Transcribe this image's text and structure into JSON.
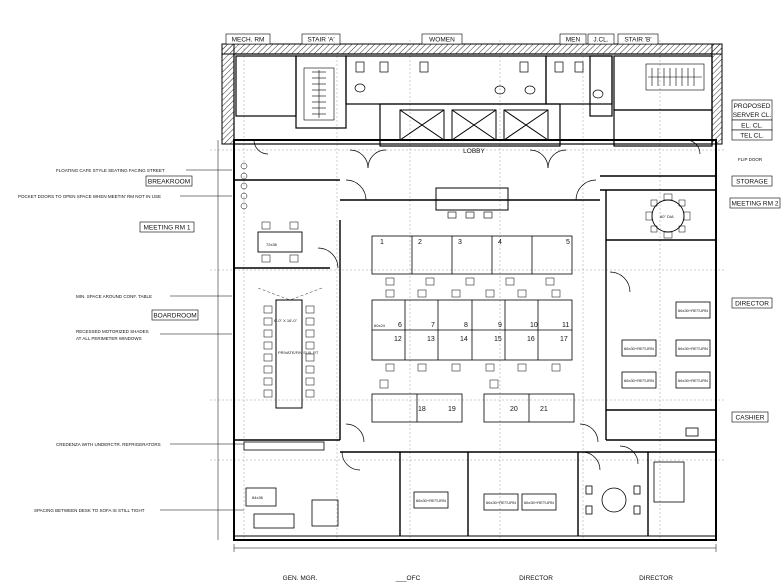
{
  "rooms": {
    "mech_rm": "MECH. RM",
    "stair_a": "STAIR 'A'",
    "women": "WOMEN",
    "men": "MEN",
    "jcl": "J.CL.",
    "stair_b": "STAIR 'B'",
    "proposed_server_cl_1": "PROPOSED",
    "proposed_server_cl_2": "SERVER CL.",
    "el_cl": "EL. CL.",
    "tel_cl": "TEL CL.",
    "lobby": "LOBBY",
    "breakroom": "BREAKROOM",
    "meeting_rm_1": "MEETING RM 1",
    "boardroom": "BOARDROOM",
    "storage": "STORAGE",
    "meeting_rm_2": "MEETING RM 2",
    "director_right": "DIRECTOR",
    "cashier": "CASHIER",
    "gen_mgr": "GEN. MGR.",
    "ofc": "___OFC",
    "director_bottom_1": "DIRECTOR",
    "director_bottom_2": "DIRECTOR"
  },
  "notes": {
    "floating_cafe": "FLOATING CAFE STYLE SEATING FACING STREET",
    "pocket_doors": "POCKET DOORS TO OPEN SPACE WHEN MEETIN' RM NOT IN USE",
    "min_space": "MIN. SPACE AROUND CONF. TABLE",
    "shades_1": "RECESSED MOTORIZED SHADES",
    "shades_2": "AT ALL PERIMETER WINDOWS",
    "credenza": "CREDENZA WITH UNDERCTR. REFRIGERATORS",
    "spacing": "SPACING BETWEEN DESK TO SOFA IS STILL TIGHT",
    "flip_door": "FLIP DOOR"
  },
  "workstations": [
    "1",
    "2",
    "3",
    "4",
    "5",
    "6",
    "7",
    "8",
    "9",
    "10",
    "11",
    "12",
    "13",
    "14",
    "15",
    "16",
    "17",
    "18",
    "19",
    "20",
    "21"
  ],
  "furniture": {
    "desk_return": "66x30+RETURN",
    "conf_table": "72x36",
    "desk_small": "60x24",
    "boardroom_table": "PRIVATE/FIN SUIL RT",
    "round_table": "60\" DIA",
    "boardroom_dim": "6'-0\" X 16'-0\"",
    "desk_gm": "84x36"
  }
}
